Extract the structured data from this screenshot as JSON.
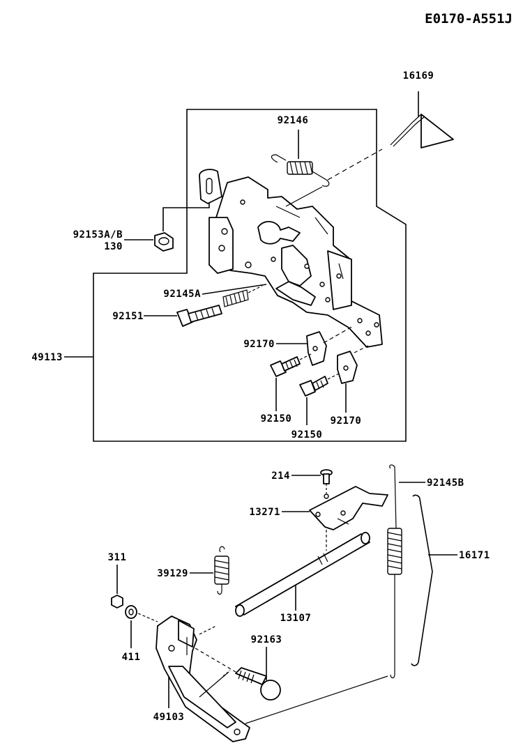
{
  "diagram_code": "E0170-A551J",
  "parts": {
    "p16169": "16169",
    "p92146": "92146",
    "p92153ab": "92153A/B",
    "p130": "130",
    "p92145a": "92145A",
    "p92151": "92151",
    "p49113": "49113",
    "p92170a": "92170",
    "p92170b": "92170",
    "p92150a": "92150",
    "p92150b": "92150",
    "p214": "214",
    "p92145b": "92145B",
    "p13271": "13271",
    "p16171": "16171",
    "p311": "311",
    "p39129": "39129",
    "p13107": "13107",
    "p92163": "92163",
    "p411": "411",
    "p49103": "49103"
  }
}
